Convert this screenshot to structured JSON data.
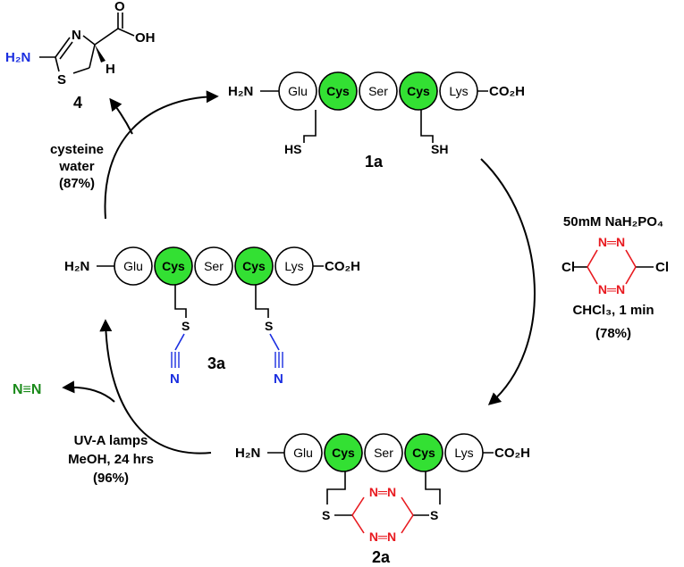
{
  "colors": {
    "cys_fill": "#33e033",
    "residue_fill": "#ffffff",
    "outline": "#000000",
    "tetrazine": "#e8191f",
    "nitrile": "#1a2ee0",
    "amine": "#1a2ee0",
    "n2": "#1a8a1a"
  },
  "peptide": {
    "residues": [
      "Glu",
      "Cys",
      "Ser",
      "Cys",
      "Lys"
    ],
    "n_terminus": "H₂N",
    "c_terminus": "CO₂H"
  },
  "compounds": {
    "c1a": {
      "label": "1a",
      "thiol_left": "HS",
      "thiol_right": "SH"
    },
    "c2a": {
      "label": "2a",
      "sulfur": "S",
      "ring_atom": "N",
      "ring_bond": "N═N"
    },
    "c3a": {
      "label": "3a",
      "sulfur": "S",
      "nitrogen": "N"
    },
    "c4": {
      "label": "4",
      "amine": "H₂N",
      "acid": "OH",
      "oxygen": "O",
      "sulfur": "S",
      "ring_n": "N",
      "hydrogen": "H"
    }
  },
  "steps": {
    "step1": {
      "line1": "50mM NaH₂PO₄",
      "reagent_cl": "Cl",
      "reagent_n": "N",
      "reagent_bond": "N═N",
      "line3": "CHCl₃, 1 min",
      "yield": "(78%)"
    },
    "step2": {
      "line1": "UV-A lamps",
      "line2": "MeOH, 24 hrs",
      "yield": "(96%)",
      "byproduct": "N≡N"
    },
    "step3": {
      "line1": "cysteine",
      "line2": "water",
      "yield": "(87%)"
    }
  }
}
